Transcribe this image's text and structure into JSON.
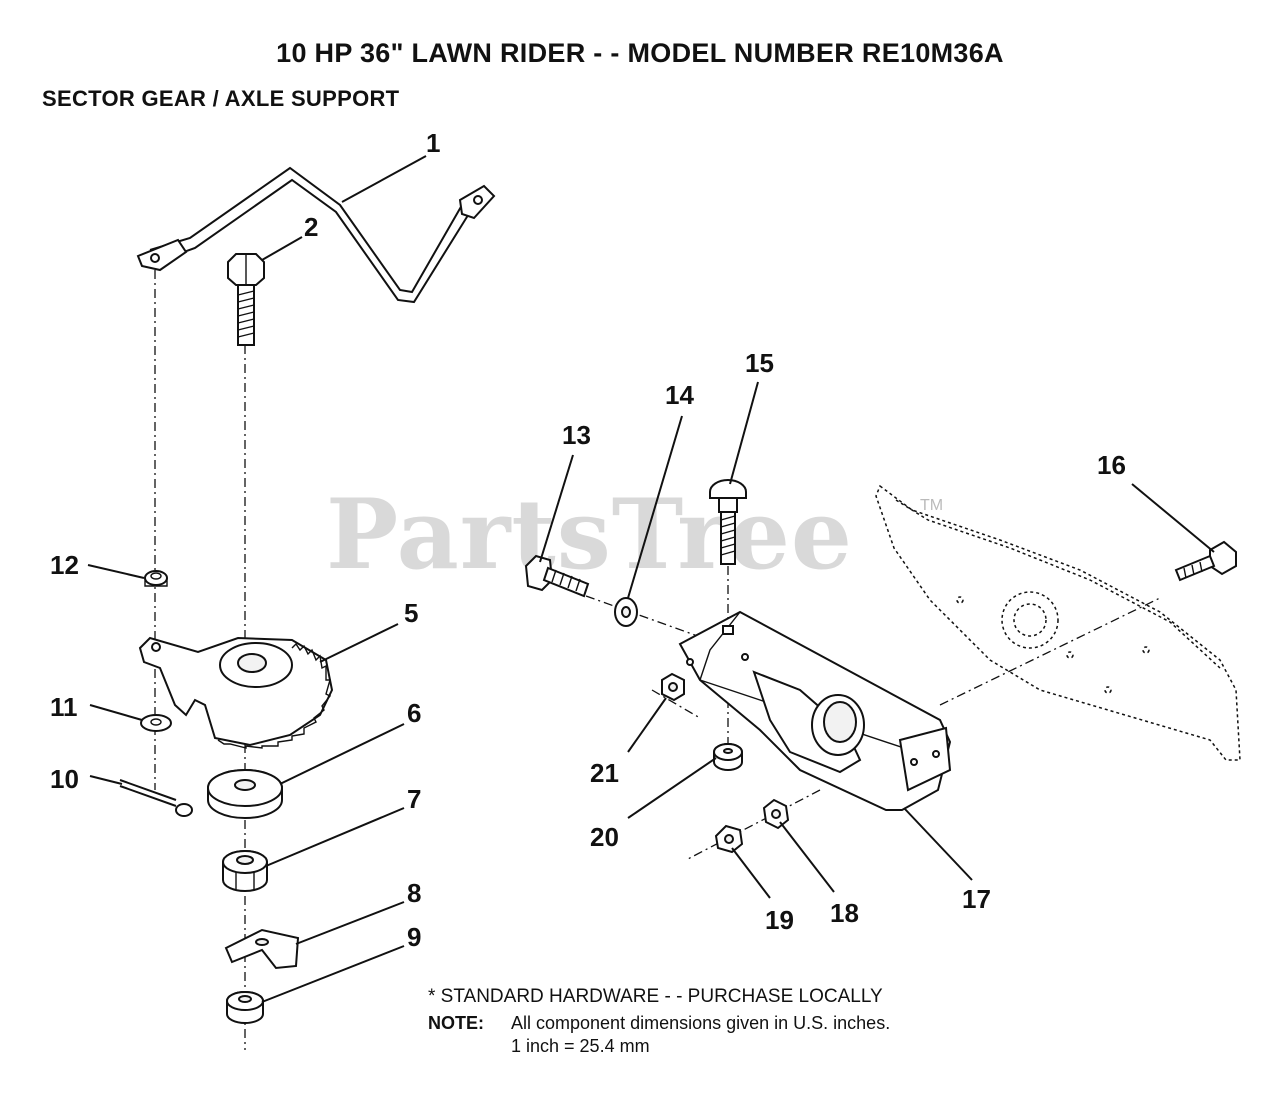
{
  "header": {
    "title": "10 HP 36\" LAWN RIDER - - MODEL NUMBER RE10M36A",
    "subtitle": "SECTOR GEAR / AXLE SUPPORT"
  },
  "watermark": {
    "text": "PartsTree",
    "trademark": "TM"
  },
  "callouts": [
    "1",
    "2",
    "5",
    "6",
    "7",
    "8",
    "9",
    "10",
    "11",
    "12",
    "13",
    "14",
    "15",
    "16",
    "17",
    "18",
    "19",
    "20",
    "21"
  ],
  "footer": {
    "standard_hardware": "* STANDARD HARDWARE - - PURCHASE LOCALLY",
    "note_label": "NOTE:",
    "note_line1": "All component dimensions given in U.S. inches.",
    "note_line2": "1 inch = 25.4 mm"
  }
}
